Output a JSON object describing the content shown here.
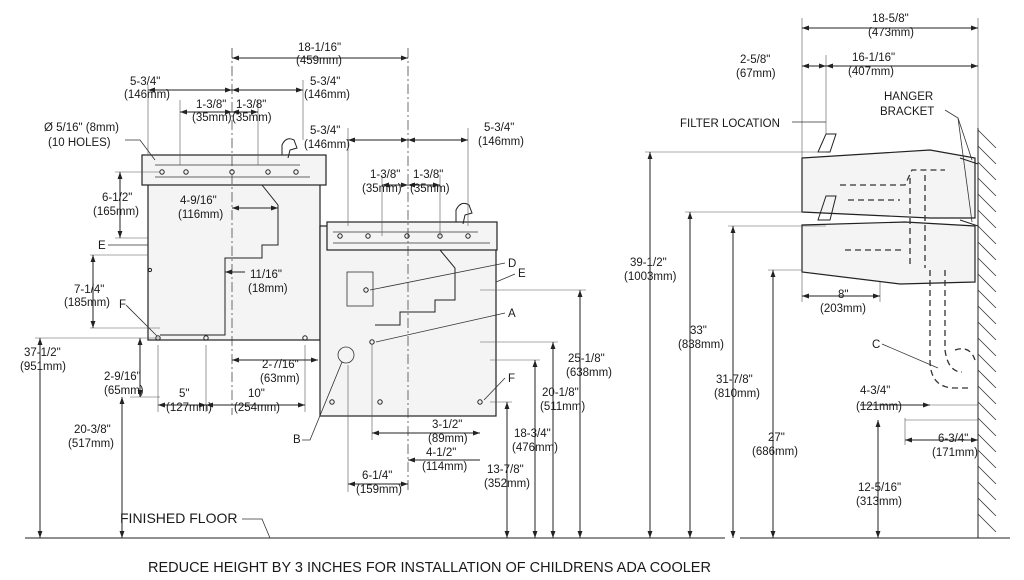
{
  "diagram": {
    "footer_note": "REDUCE HEIGHT BY 3 INCHES FOR INSTALLATION OF CHILDRENS ADA COOLER",
    "floor_label": "FINISHED FLOOR",
    "holes_label": [
      "Ø 5/16\" (8mm)",
      "(10 HOLES)"
    ],
    "filter_label": "FILTER LOCATION",
    "hanger_label": [
      "HANGER",
      "BRACKET"
    ],
    "callouts": {
      "A": "A",
      "B": "B",
      "C": "C",
      "D": "D",
      "E": "E",
      "F": "F"
    },
    "front_dims": {
      "overall_width": [
        "18-1/16\"",
        "(459mm)"
      ],
      "left_5_3_4": [
        "5-3/4\"",
        "(146mm)"
      ],
      "left_1_3_8_a": [
        "1-3/8\"",
        "(35mm)"
      ],
      "left_1_3_8_b": [
        "1-3/8\"",
        "(35mm)"
      ],
      "left_5_3_4_r": [
        "5-3/4\"",
        "(146mm)"
      ],
      "left_6_1_2": [
        "6-1/2\"",
        "(165mm)"
      ],
      "left_4_9_16": [
        "4-9/16\"",
        "(116mm)"
      ],
      "left_11_16": [
        "11/16\"",
        "(18mm)"
      ],
      "left_7_1_4": [
        "7-1/4\"",
        "(185mm)"
      ],
      "left_2_7_16": [
        "2-7/16\"",
        "(63mm)"
      ],
      "left_2_9_16": [
        "2-9/16\"",
        "(65mm)"
      ],
      "left_5": [
        "5\"",
        "(127mm)"
      ],
      "left_10": [
        "10\"",
        "(254mm)"
      ],
      "left_37_1_2": [
        "37-1/2\"",
        "(951mm)"
      ],
      "left_20_3_8": [
        "20-3/8\"",
        "(517mm)"
      ],
      "right_5_3_4_a": [
        "5-3/4\"",
        "(146mm)"
      ],
      "right_5_3_4_b": [
        "5-3/4\"",
        "(146mm)"
      ],
      "right_1_3_8_a": [
        "1-3/8\"",
        "(35mm)"
      ],
      "right_1_3_8_b": [
        "1-3/8\"",
        "(35mm)"
      ],
      "right_25_1_8": [
        "25-1/8\"",
        "(638mm)"
      ],
      "right_20_1_8": [
        "20-1/8\"",
        "(511mm)"
      ],
      "right_18_3_4": [
        "18-3/4\"",
        "(476mm)"
      ],
      "right_13_7_8": [
        "13-7/8\"",
        "(352mm)"
      ],
      "right_3_1_2": [
        "3-1/2\"",
        "(89mm)"
      ],
      "right_4_1_2": [
        "4-1/2\"",
        "(114mm)"
      ],
      "right_6_1_4": [
        "6-1/4\"",
        "(159mm)"
      ]
    },
    "side_dims": {
      "overall_depth": [
        "18-5/8\"",
        "(473mm)"
      ],
      "d_2_5_8": [
        "2-5/8\"",
        "(67mm)"
      ],
      "d_16_1_16": [
        "16-1/16\"",
        "(407mm)"
      ],
      "h_39_1_2": [
        "39-1/2\"",
        "(1003mm)"
      ],
      "h_33": [
        "33\"",
        "(838mm)"
      ],
      "h_31_7_8": [
        "31-7/8\"",
        "(810mm)"
      ],
      "h_27": [
        "27\"",
        "(686mm)"
      ],
      "h_12_5_16": [
        "12-5/16\"",
        "(313mm)"
      ],
      "d_8": [
        "8\"",
        "(203mm)"
      ],
      "d_4_3_4": [
        "4-3/4\"",
        "(121mm)"
      ],
      "d_6_3_4": [
        "6-3/4\"",
        "(171mm)"
      ]
    }
  }
}
